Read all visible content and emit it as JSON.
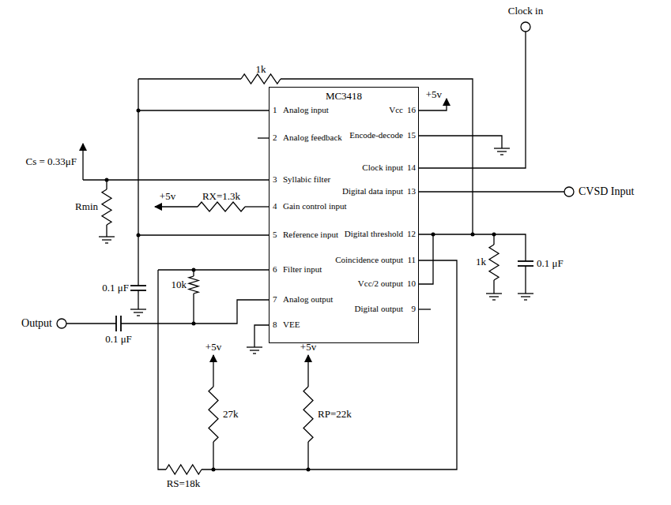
{
  "diagram": {
    "nodes": [
      {
        "text": [
          "MC3418"
        ]
      }
    ],
    "labels": [
      "Clock in",
      "1k",
      "1",
      "Analog input",
      "2",
      "Analog feedback",
      "3",
      "Syllabic filter",
      "4",
      "Gain control input",
      "5",
      "Reference input",
      "6",
      "Filter input",
      "7",
      "Analog output",
      "8",
      "VEE",
      "16",
      "Vcc",
      "15",
      "Encode-decode",
      "14",
      "Clock input",
      "13",
      "Digital data input",
      "12",
      "Digital threshold",
      "11",
      "Coincidence output",
      "10",
      "Vcc/2 output",
      "9",
      "Digital output",
      "+5v",
      "Cs = 0.33μF",
      "Rmin",
      "+5v",
      "RX=1.3k",
      "0.1 μF",
      "1k",
      "0.1 μF",
      "CVSD Input",
      "Output",
      "10k",
      "0.1 μF",
      "+5v",
      "27k",
      "+5v",
      "RP=22k",
      "RS=18k"
    ]
  }
}
